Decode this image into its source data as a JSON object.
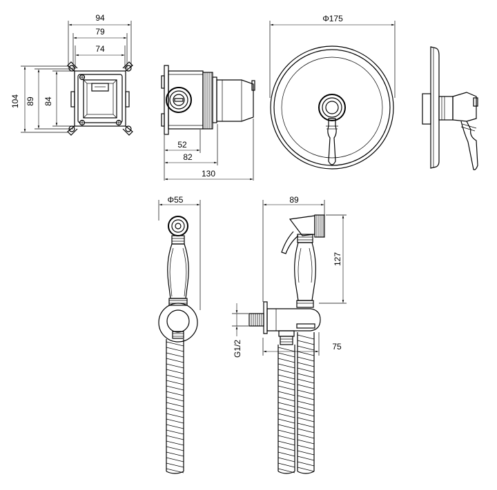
{
  "dimensions": {
    "box_width_94": "94",
    "box_width_79": "79",
    "box_width_74": "74",
    "box_height_104": "104",
    "box_height_89": "89",
    "box_height_84": "84",
    "depth_52": "52",
    "depth_82": "82",
    "depth_130": "130",
    "plate_diameter": "Φ175",
    "holder_diameter": "Φ55",
    "handshower_width": "89",
    "handshower_height": "127",
    "thread_size": "G1/2",
    "outlet_offset": "75"
  }
}
